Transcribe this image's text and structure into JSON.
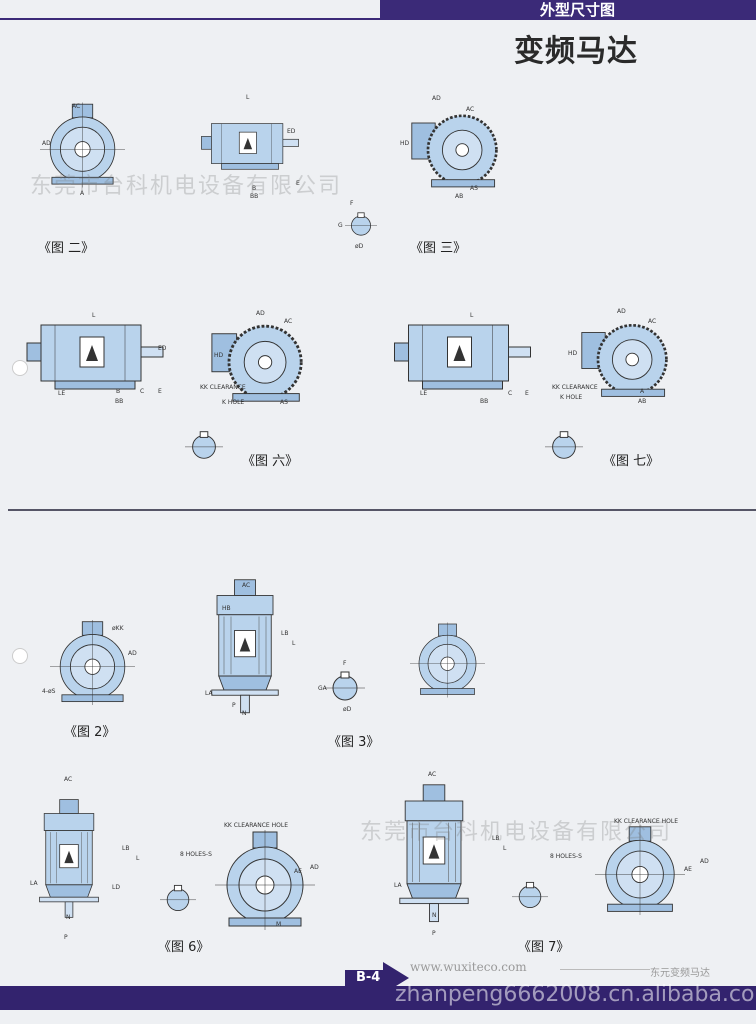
{
  "header": {
    "section": "外型尺寸图",
    "title": "变频马达"
  },
  "watermark": "东莞市台科机电设备有限公司",
  "figures": [
    {
      "caption": "《图 二》",
      "labels": [
        "AC",
        "L",
        "AD",
        "ED",
        "E",
        "B",
        "BB",
        "A"
      ]
    },
    {
      "caption": "《图 三》",
      "labels": [
        "AD",
        "AC",
        "HD",
        "AS",
        "AB"
      ]
    },
    {
      "caption": "《图 六》",
      "labels": [
        "L",
        "LE",
        "B",
        "BB",
        "C",
        "E",
        "ED",
        "AD",
        "AC",
        "HD",
        "KK CLEARANCE",
        "K HOLE",
        "AS"
      ]
    },
    {
      "caption": "《图 七》",
      "labels": [
        "L",
        "LE",
        "BB",
        "C",
        "E",
        "AD",
        "AC",
        "HD",
        "KK CLEARANCE",
        "K HOLE",
        "AB",
        "A"
      ]
    },
    {
      "caption": "《图 2》",
      "labels": [
        "AD",
        "4-øS",
        "øKK"
      ]
    },
    {
      "caption": "《图 3》",
      "labels": [
        "AC",
        "HB",
        "LB",
        "L",
        "LA",
        "N",
        "P",
        "F",
        "GA",
        "øD"
      ]
    },
    {
      "caption": "《图 6》",
      "labels": [
        "AC",
        "LB",
        "L",
        "LA",
        "LD",
        "N",
        "P",
        "KK CLEARANCE HOLE",
        "8 HOLES-S",
        "AE",
        "AD",
        "M"
      ]
    },
    {
      "caption": "《图 7》",
      "labels": [
        "AC",
        "LB",
        "L",
        "LA",
        "N",
        "P",
        "KK CLEARANCE HOLE",
        "8 HOLES-S",
        "AD",
        "AE"
      ]
    }
  ],
  "shaft_labels": [
    "F",
    "G",
    "øD"
  ],
  "footer": {
    "page": "B-4",
    "url": "www.wuxiteco.com",
    "brand": "东元变频马达",
    "watermark": "zhanpeng6662008.cn.alibaba.com"
  },
  "colors": {
    "accent": "#3b2a78",
    "motor_fill": "#b9d3ec"
  }
}
